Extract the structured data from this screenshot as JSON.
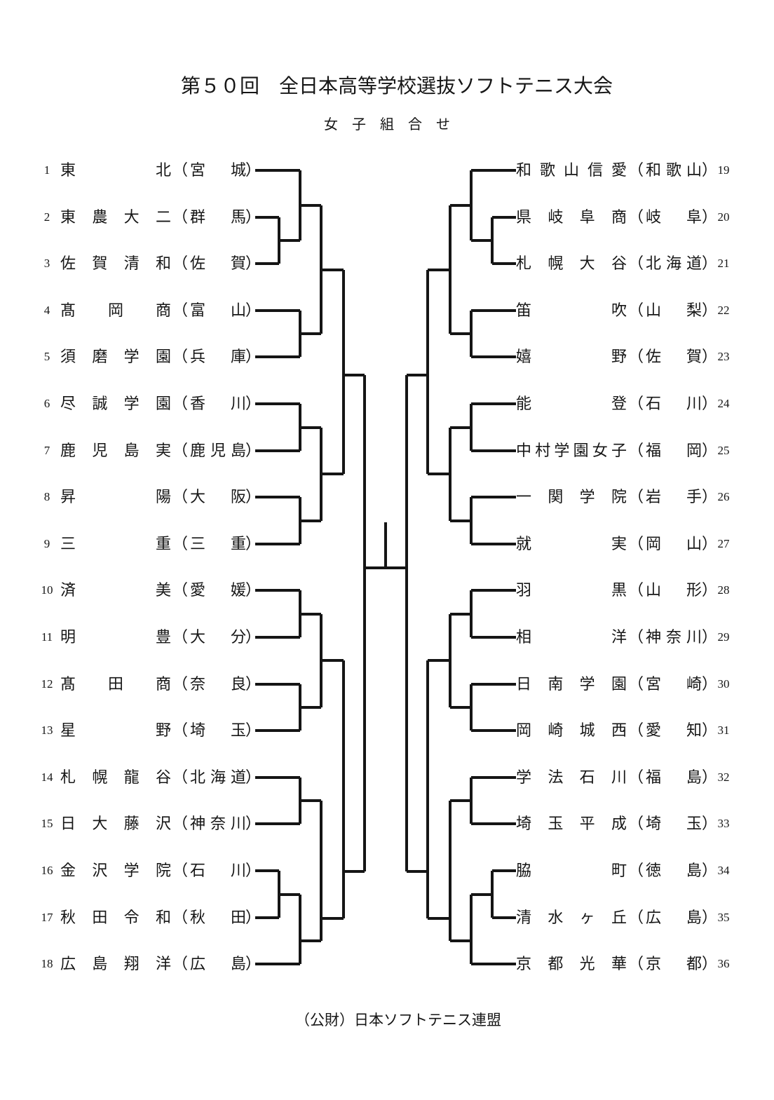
{
  "page": {
    "title": "第５０回　全日本高等学校選抜ソフトテニス大会",
    "subtitle": "女子組合せ",
    "footer": "（公財）日本ソフトテニス連盟",
    "open_paren": "（",
    "close_paren": "）",
    "line_color": "#151515"
  },
  "bracket": {
    "left": [
      {
        "seed": "1",
        "name": "東北",
        "prefecture": "宮城"
      },
      {
        "seed": "2",
        "name": "東農大二",
        "prefecture": "群馬"
      },
      {
        "seed": "3",
        "name": "佐賀清和",
        "prefecture": "佐賀"
      },
      {
        "seed": "4",
        "name": "髙岡商",
        "prefecture": "富山"
      },
      {
        "seed": "5",
        "name": "須磨学園",
        "prefecture": "兵庫"
      },
      {
        "seed": "6",
        "name": "尽誠学園",
        "prefecture": "香川"
      },
      {
        "seed": "7",
        "name": "鹿児島実",
        "prefecture": "鹿児島"
      },
      {
        "seed": "8",
        "name": "昇陽",
        "prefecture": "大阪"
      },
      {
        "seed": "9",
        "name": "三重",
        "prefecture": "三重"
      },
      {
        "seed": "10",
        "name": "済美",
        "prefecture": "愛媛"
      },
      {
        "seed": "11",
        "name": "明豊",
        "prefecture": "大分"
      },
      {
        "seed": "12",
        "name": "髙田商",
        "prefecture": "奈良"
      },
      {
        "seed": "13",
        "name": "星野",
        "prefecture": "埼玉"
      },
      {
        "seed": "14",
        "name": "札幌龍谷",
        "prefecture": "北海道"
      },
      {
        "seed": "15",
        "name": "日大藤沢",
        "prefecture": "神奈川"
      },
      {
        "seed": "16",
        "name": "金沢学院",
        "prefecture": "石川"
      },
      {
        "seed": "17",
        "name": "秋田令和",
        "prefecture": "秋田"
      },
      {
        "seed": "18",
        "name": "広島翔洋",
        "prefecture": "広島"
      }
    ],
    "right": [
      {
        "seed": "19",
        "name": "和歌山信愛",
        "prefecture": "和歌山"
      },
      {
        "seed": "20",
        "name": "県岐阜商",
        "prefecture": "岐阜"
      },
      {
        "seed": "21",
        "name": "札幌大谷",
        "prefecture": "北海道"
      },
      {
        "seed": "22",
        "name": "笛吹",
        "prefecture": "山梨"
      },
      {
        "seed": "23",
        "name": "嬉野",
        "prefecture": "佐賀"
      },
      {
        "seed": "24",
        "name": "能登",
        "prefecture": "石川"
      },
      {
        "seed": "25",
        "name": "中村学園女子",
        "prefecture": "福岡"
      },
      {
        "seed": "26",
        "name": "一関学院",
        "prefecture": "岩手"
      },
      {
        "seed": "27",
        "name": "就実",
        "prefecture": "岡山"
      },
      {
        "seed": "28",
        "name": "羽黒",
        "prefecture": "山形"
      },
      {
        "seed": "29",
        "name": "相洋",
        "prefecture": "神奈川"
      },
      {
        "seed": "30",
        "name": "日南学園",
        "prefecture": "宮崎"
      },
      {
        "seed": "31",
        "name": "岡崎城西",
        "prefecture": "愛知"
      },
      {
        "seed": "32",
        "name": "学法石川",
        "prefecture": "福島"
      },
      {
        "seed": "33",
        "name": "埼玉平成",
        "prefecture": "埼玉"
      },
      {
        "seed": "34",
        "name": "脇町",
        "prefecture": "徳島"
      },
      {
        "seed": "35",
        "name": "清水ヶ丘",
        "prefecture": "広島"
      },
      {
        "seed": "36",
        "name": "京都光華",
        "prefecture": "京都"
      }
    ]
  }
}
